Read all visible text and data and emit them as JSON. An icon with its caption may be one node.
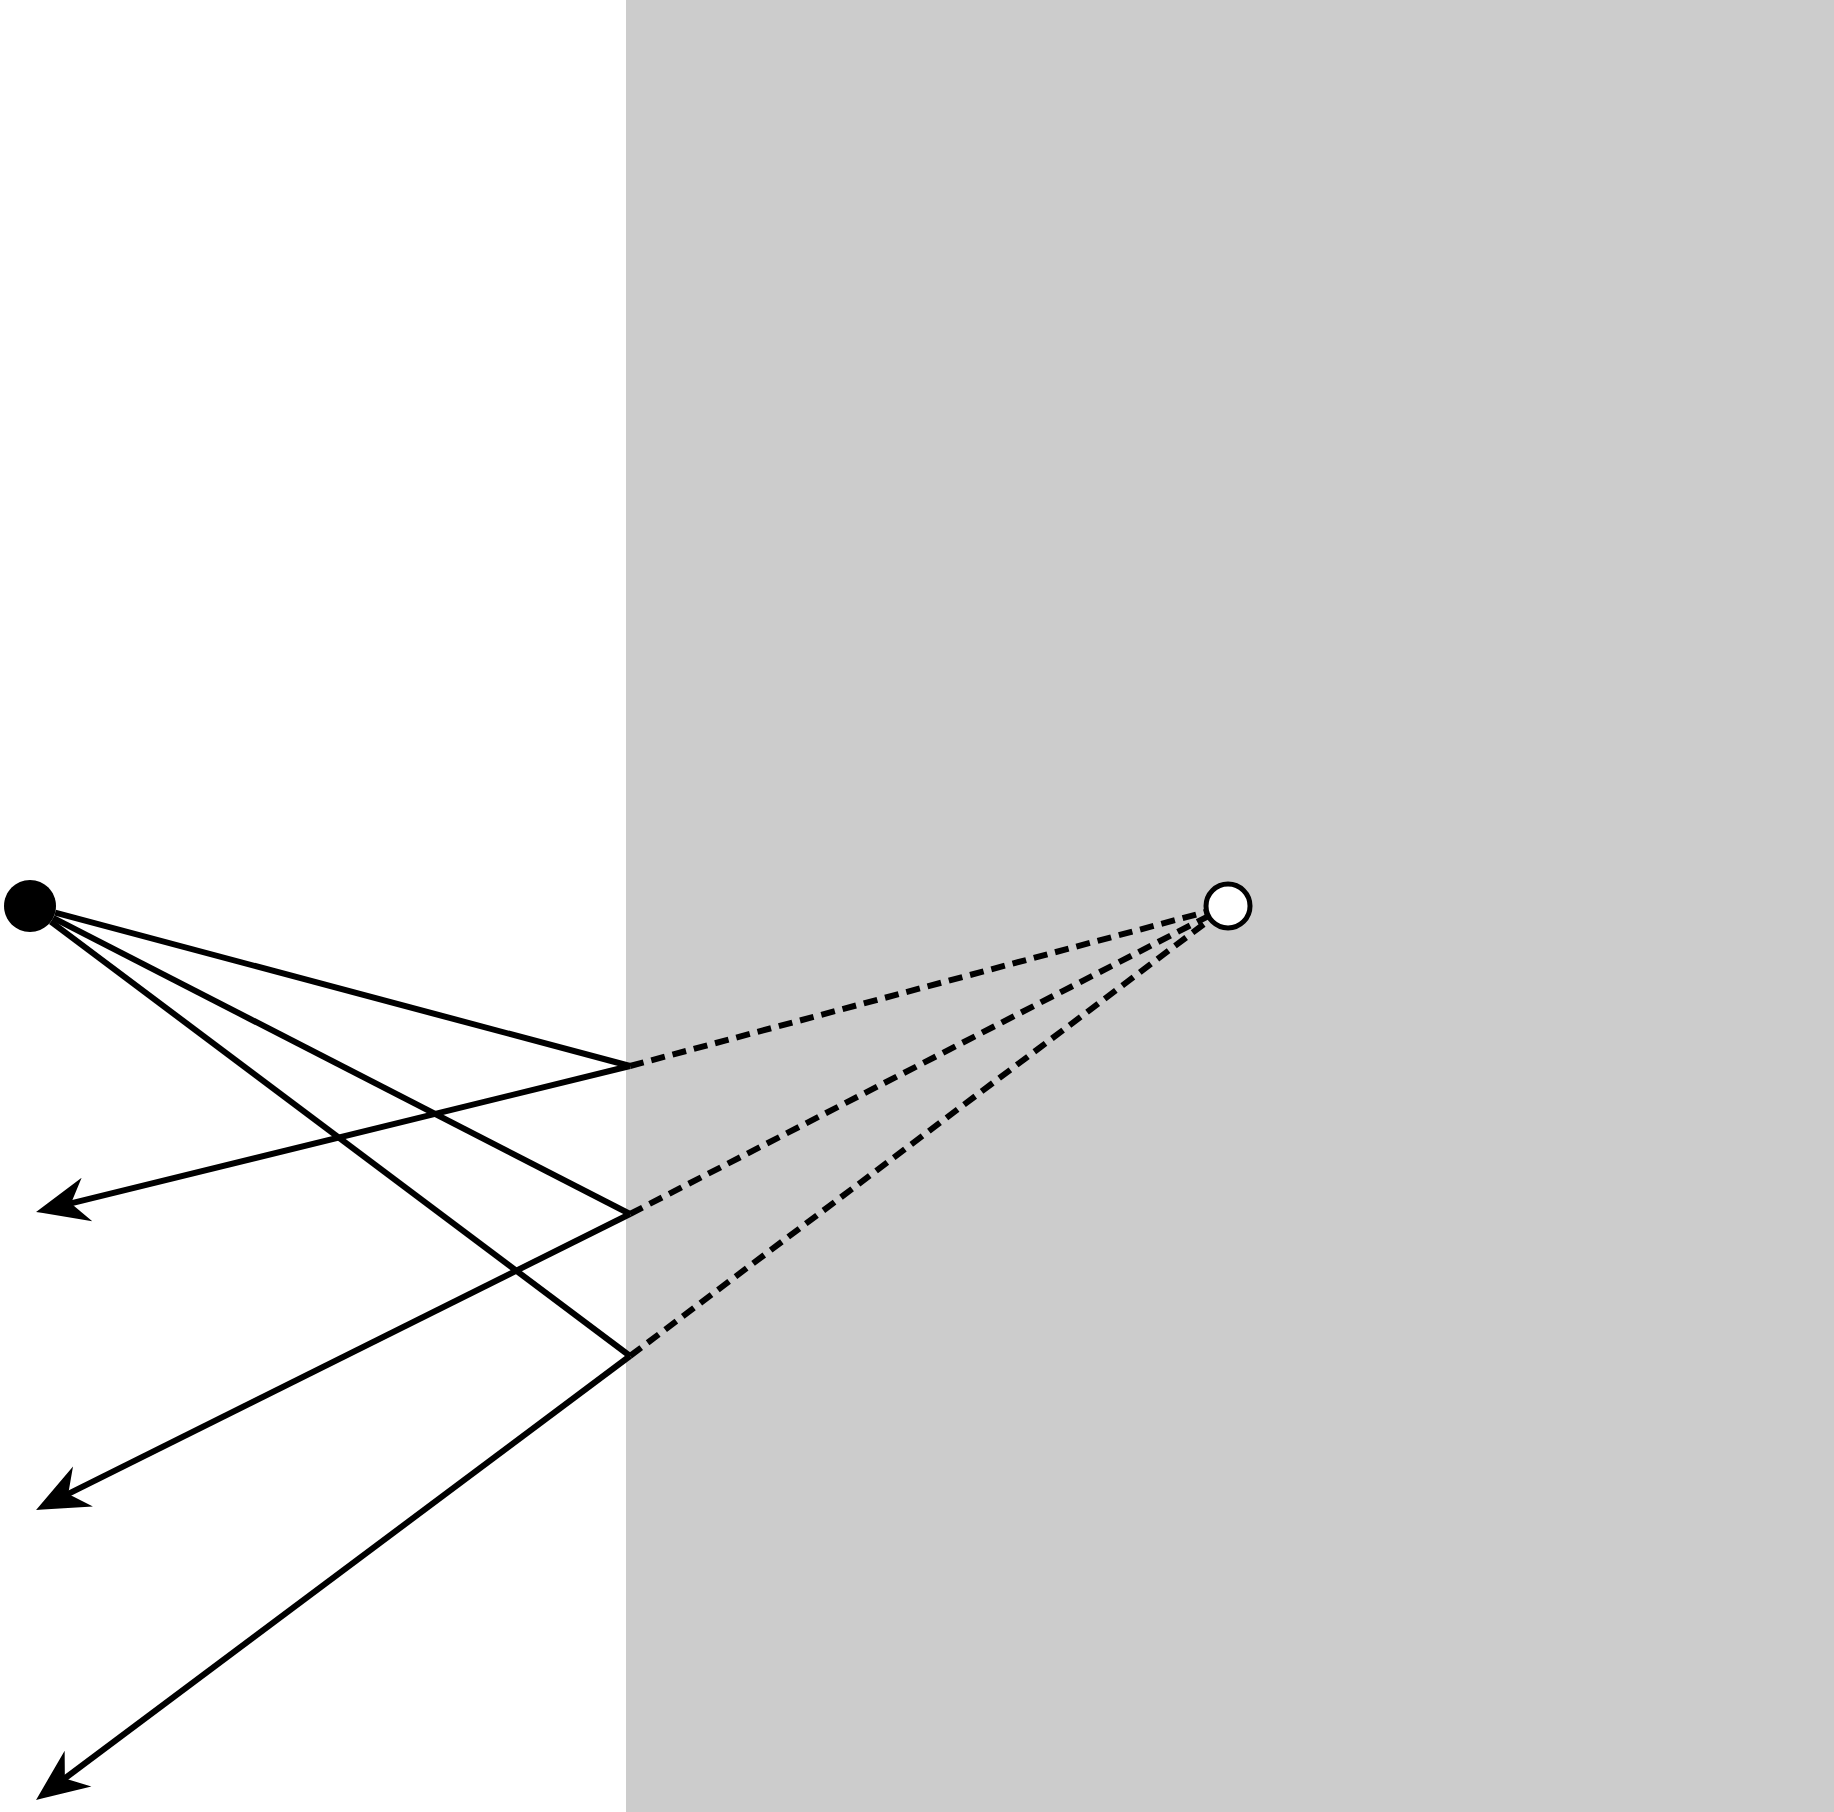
{
  "diagram": {
    "nodes": [
      {
        "text": [],
        "shape": "box"
      },
      {
        "text": [],
        "shape": "circle"
      },
      {
        "text": [],
        "shape": "circle",
        "in": 0
      }
    ],
    "edges": [
      {
        "from": 1,
        "to": 0,
        "arrow": "none"
      },
      {
        "from": 1,
        "to": 0,
        "arrow": "none"
      },
      {
        "from": 1,
        "to": 0,
        "arrow": "none"
      },
      {
        "from": 0,
        "to": null,
        "arrow": "to"
      },
      {
        "from": 0,
        "to": null,
        "arrow": "to"
      },
      {
        "from": 0,
        "to": null,
        "arrow": "to"
      },
      {
        "from": 0,
        "to": 2,
        "arrow": "none",
        "style": "dashed"
      },
      {
        "from": 0,
        "to": 2,
        "arrow": "none",
        "style": "dashed"
      },
      {
        "from": 0,
        "to": 2,
        "arrow": "none",
        "style": "dashed"
      }
    ]
  }
}
